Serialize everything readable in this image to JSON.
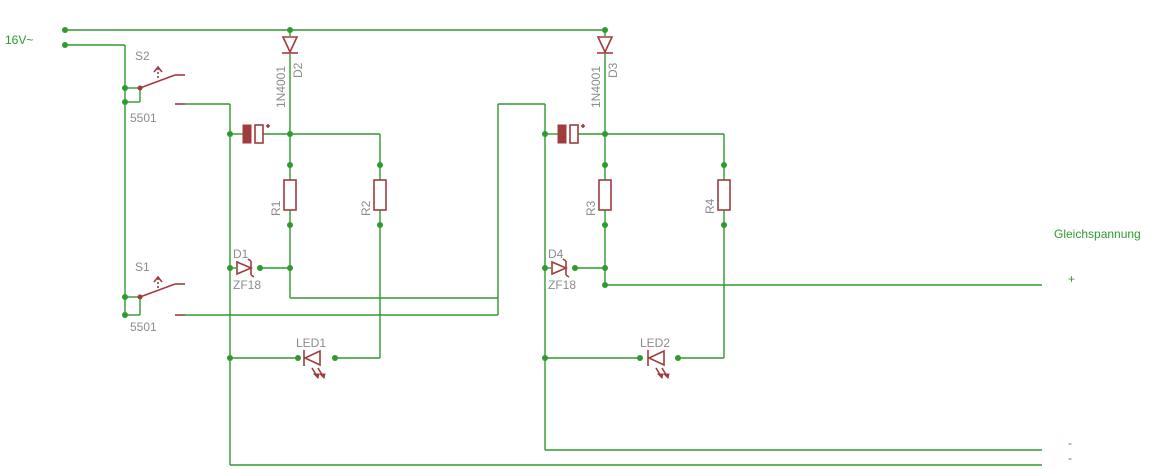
{
  "labels": {
    "ac_input": "16V~",
    "s2": "S2",
    "s2_type": "5501",
    "s1": "S1",
    "s1_type": "5501",
    "d2": "D2",
    "d2_type": "1N4001",
    "d3": "D3",
    "d3_type": "1N4001",
    "r1": "R1",
    "r2": "R2",
    "r3": "R3",
    "r4": "R4",
    "d1": "D1",
    "d1_type": "ZF18",
    "d4": "D4",
    "d4_type": "ZF18",
    "led1": "LED1",
    "led2": "LED2",
    "output_title": "Gleichspannung",
    "plus": "+",
    "minus1": "-",
    "minus2": "-"
  },
  "colors": {
    "wire": "#2e9b2e",
    "component": "#a03c3c",
    "text": "#8c8c8c"
  }
}
